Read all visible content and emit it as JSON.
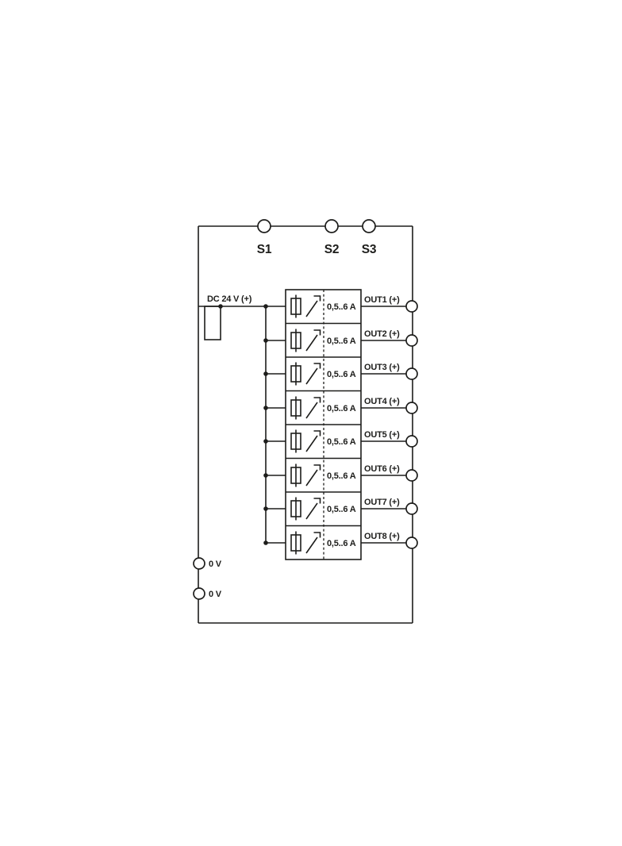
{
  "diagram": {
    "supply": {
      "label": "DC 24 V (+)"
    },
    "top_terminals": [
      {
        "label": "S1"
      },
      {
        "label": "S2"
      },
      {
        "label": "S3"
      }
    ],
    "channels": [
      {
        "rating": "0,5..6 A",
        "output_label": "OUT1 (+)"
      },
      {
        "rating": "0,5..6 A",
        "output_label": "OUT2 (+)"
      },
      {
        "rating": "0,5..6 A",
        "output_label": "OUT3 (+)"
      },
      {
        "rating": "0,5..6 A",
        "output_label": "OUT4 (+)"
      },
      {
        "rating": "0,5..6 A",
        "output_label": "OUT5 (+)"
      },
      {
        "rating": "0,5..6 A",
        "output_label": "OUT6 (+)"
      },
      {
        "rating": "0,5..6 A",
        "output_label": "OUT7 (+)"
      },
      {
        "rating": "0,5..6 A",
        "output_label": "OUT8 (+)"
      }
    ],
    "ground_terminals": [
      {
        "label": "0 V"
      },
      {
        "label": "0 V"
      }
    ],
    "colors": {
      "line": "#1d1d1b",
      "background": "#ffffff"
    }
  }
}
